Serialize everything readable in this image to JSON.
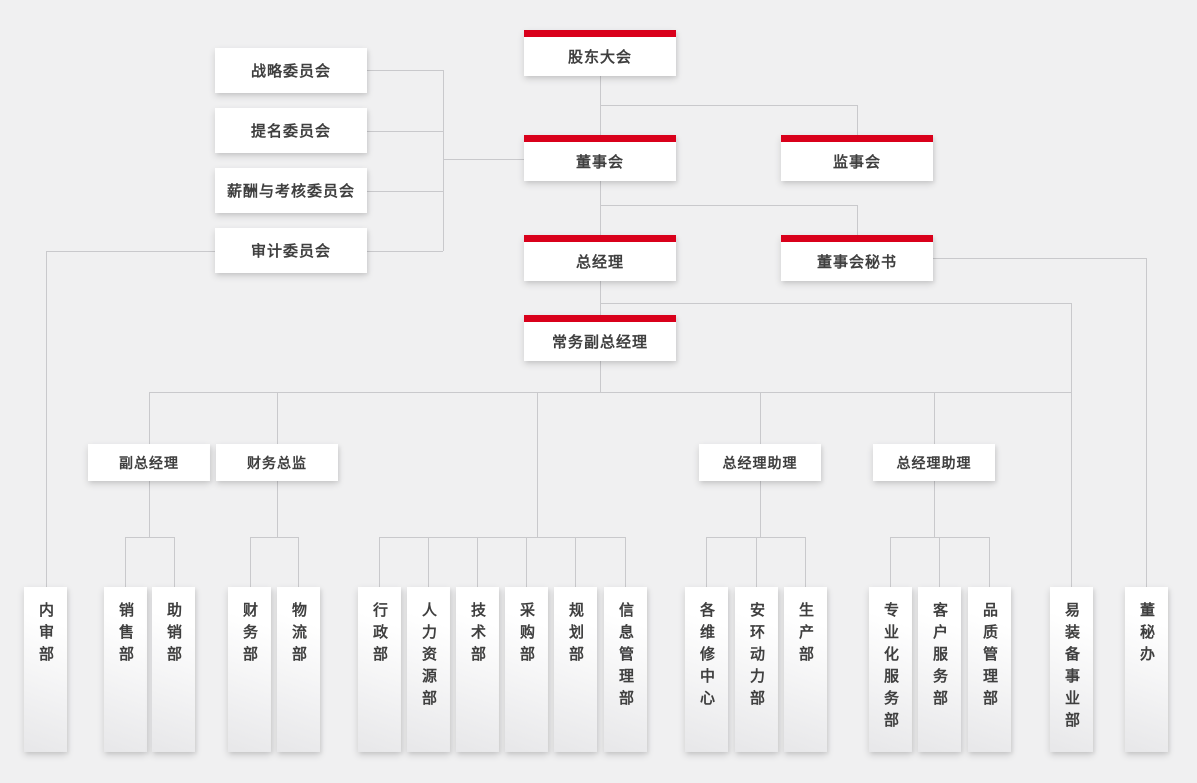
{
  "colors": {
    "accent_red": "#d9001b",
    "background": "#f0f0f1",
    "line": "#c9c9cc",
    "text": "#3f3f3f",
    "box": "#ffffff"
  },
  "nodes": {
    "shareholders": {
      "label": "股东大会"
    },
    "board": {
      "label": "董事会"
    },
    "supervisory": {
      "label": "监事会"
    },
    "gm": {
      "label": "总经理"
    },
    "board_secretary": {
      "label": "董事会秘书"
    },
    "exec_deputy_gm": {
      "label": "常务副总经理"
    },
    "committees": [
      {
        "label": "战略委员会"
      },
      {
        "label": "提名委员会"
      },
      {
        "label": "薪酬与考核委员会"
      },
      {
        "label": "审计委员会"
      }
    ],
    "mid": [
      {
        "label": "副总经理"
      },
      {
        "label": "财务总监"
      },
      {
        "label": "总经理助理"
      },
      {
        "label": "总经理助理"
      }
    ],
    "departments": [
      {
        "label": "内审部"
      },
      {
        "label": "销售部"
      },
      {
        "label": "助销部"
      },
      {
        "label": "财务部"
      },
      {
        "label": "物流部"
      },
      {
        "label": "行政部"
      },
      {
        "label": "人力资源部"
      },
      {
        "label": "技术部"
      },
      {
        "label": "采购部"
      },
      {
        "label": "规划部"
      },
      {
        "label": "信息管理部"
      },
      {
        "label": "各维修中心"
      },
      {
        "label": "安环动力部"
      },
      {
        "label": "生产部"
      },
      {
        "label": "专业化服务部"
      },
      {
        "label": "客户服务部"
      },
      {
        "label": "品质管理部"
      },
      {
        "label": "易装备事业部"
      },
      {
        "label": "董秘办"
      }
    ]
  }
}
